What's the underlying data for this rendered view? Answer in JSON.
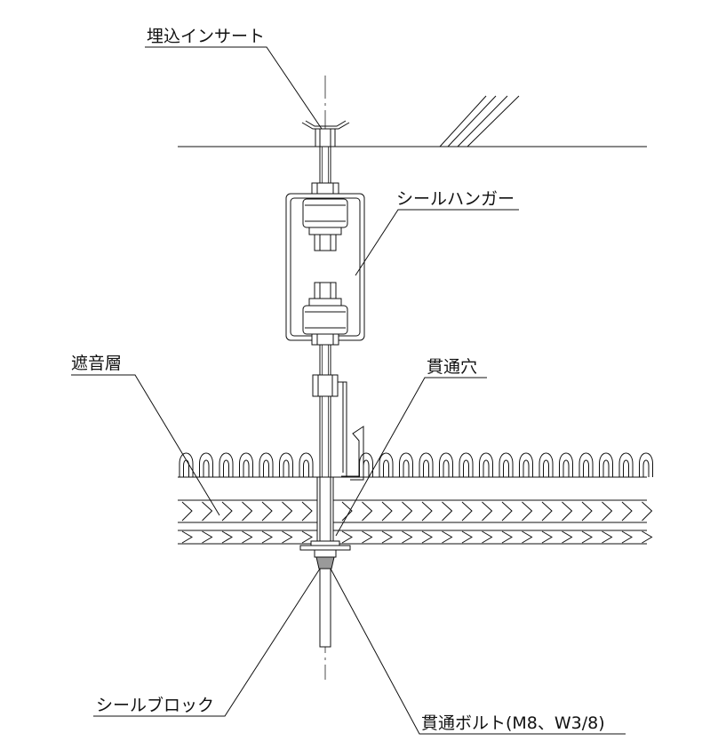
{
  "labels": {
    "insert": "埋込インサート",
    "seal_hanger": "シールハンガー",
    "sound_layer": "遮音層",
    "through_hole": "貫通穴",
    "seal_block": "シールブロック",
    "through_bolt": "貫通ボルト(M8、W3/8)"
  },
  "colors": {
    "line": "#111111",
    "fill_gray": "#9a9a9a",
    "background": "#ffffff"
  }
}
